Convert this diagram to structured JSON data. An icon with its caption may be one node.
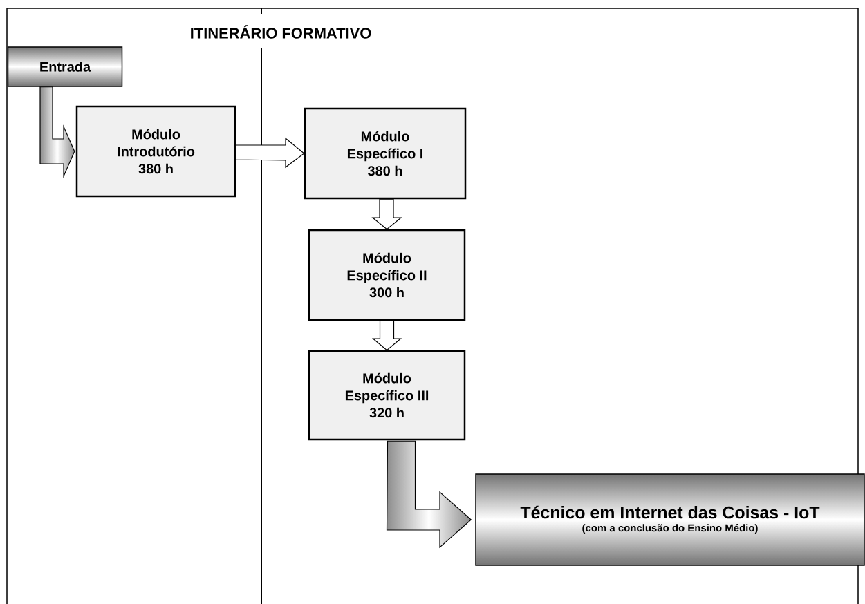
{
  "diagram": {
    "title": "ITINERÁRIO FORMATIVO",
    "nodes": [
      {
        "text": [
          "Entrada"
        ]
      },
      {
        "text": [
          "Módulo Introdutório",
          "380 h"
        ]
      },
      {
        "text": [
          "Módulo Específico I",
          "380 h"
        ]
      },
      {
        "text": [
          "Módulo Específico II",
          "300 h"
        ]
      },
      {
        "text": [
          "Módulo Específico III",
          "320 h"
        ]
      },
      {
        "text": [
          "Técnico em Internet das Coisas - IoT",
          "(com a conclusão do Ensino Médio)"
        ]
      }
    ],
    "edges": [
      {
        "from": 0,
        "to": 1,
        "arrow": "to"
      },
      {
        "from": 1,
        "to": 2,
        "arrow": "to"
      },
      {
        "from": 2,
        "to": 3,
        "arrow": "to"
      },
      {
        "from": 3,
        "to": 4,
        "arrow": "to"
      },
      {
        "from": 4,
        "to": 5,
        "arrow": "to"
      }
    ]
  }
}
